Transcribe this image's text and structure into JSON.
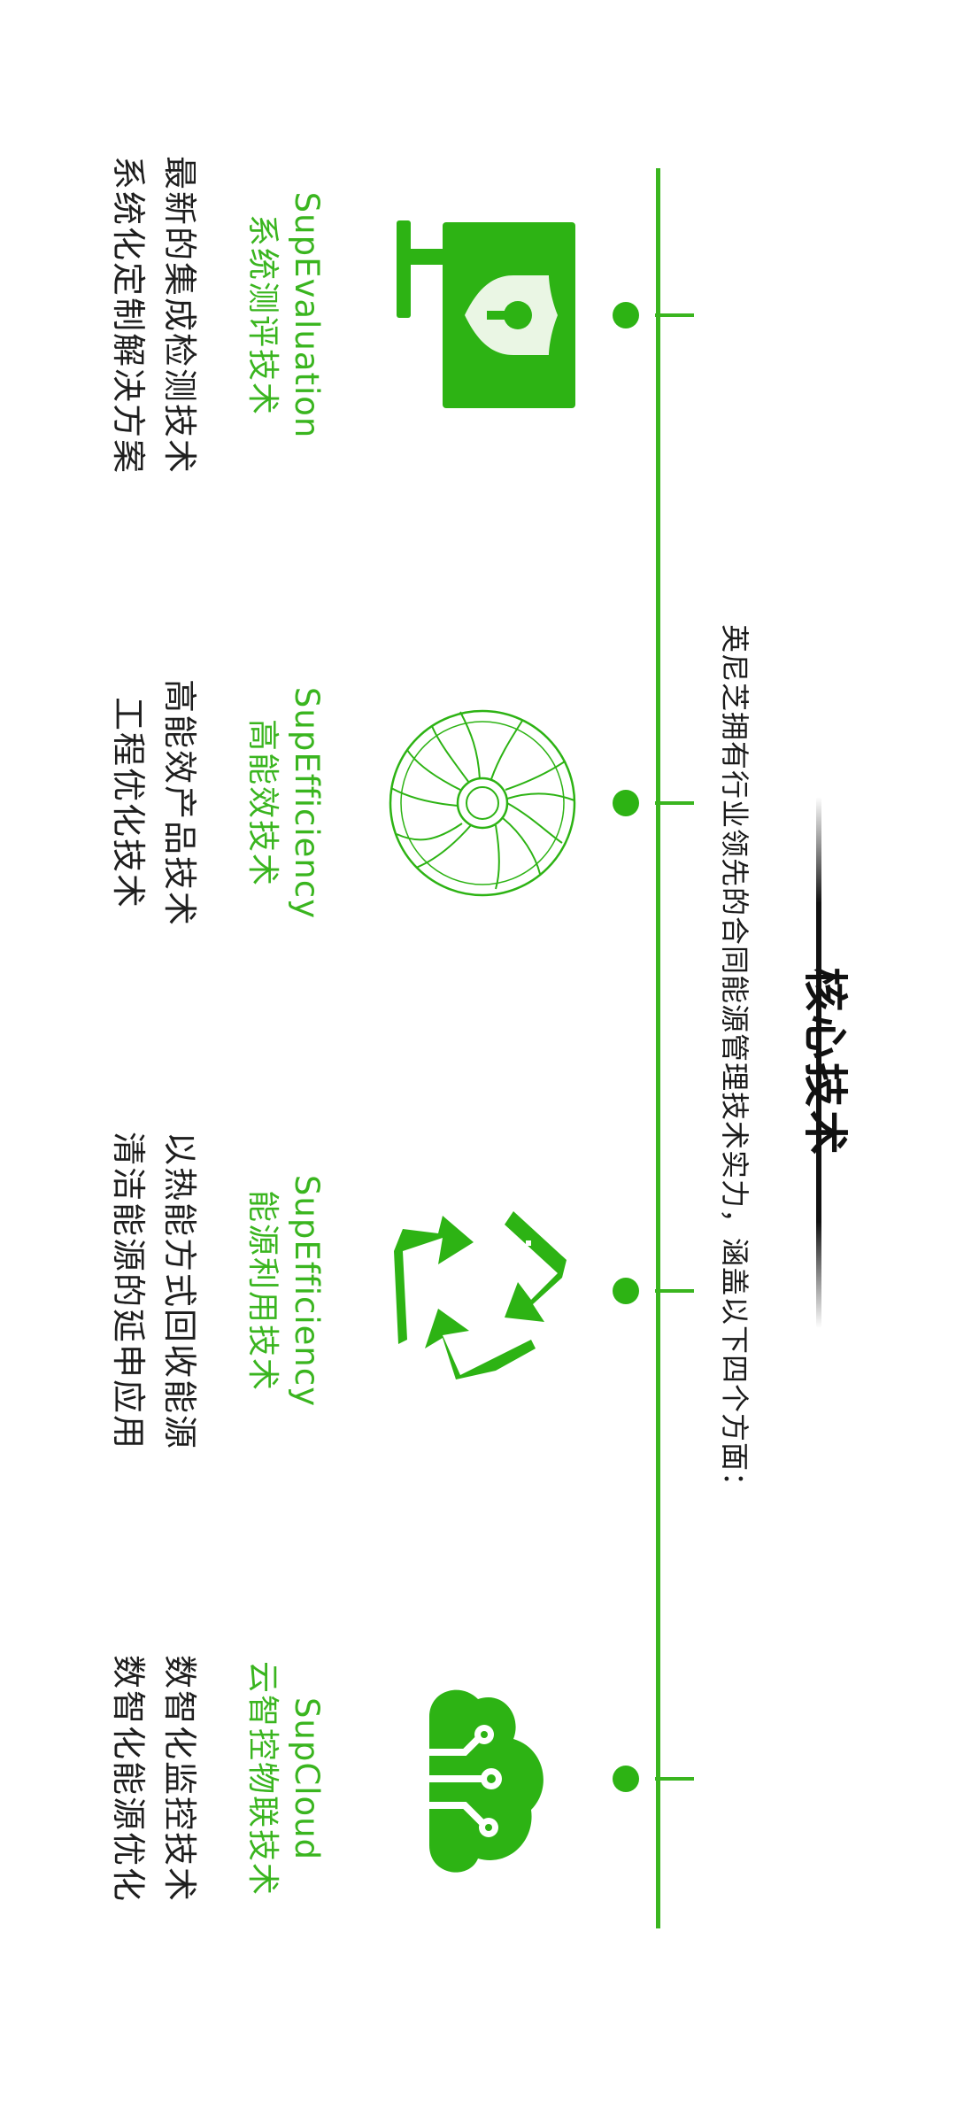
{
  "heading": "核心技术",
  "intro": "英尼芝拥有行业领先的合同能源管理技术实力，涵盖以下四个方面：",
  "colors": {
    "accent": "#2db314",
    "text": "#1e1e1e"
  },
  "items": [
    {
      "icon": "security-monitor-icon",
      "title": "SupEvaluation",
      "subtitle": "系统测评技术",
      "desc_line1": "最新的集成检测技术",
      "desc_line2": "系统化定制解决方案"
    },
    {
      "icon": "turbine-fan-icon",
      "title": "SupEfficiency",
      "subtitle": "高能效技术",
      "desc_line1": "高能效产品技术",
      "desc_line2": "工程优化技术"
    },
    {
      "icon": "recycle-icon",
      "title": "SupEfficiency",
      "subtitle": "能源利用技术",
      "desc_line1": "以热能方式回收能源",
      "desc_line2": "清洁能源的延申应用"
    },
    {
      "icon": "cloud-network-icon",
      "title": "SupCloud",
      "subtitle": "云智控物联技术",
      "desc_line1": "数智化监控技术",
      "desc_line2": "数智化能源优化"
    }
  ]
}
